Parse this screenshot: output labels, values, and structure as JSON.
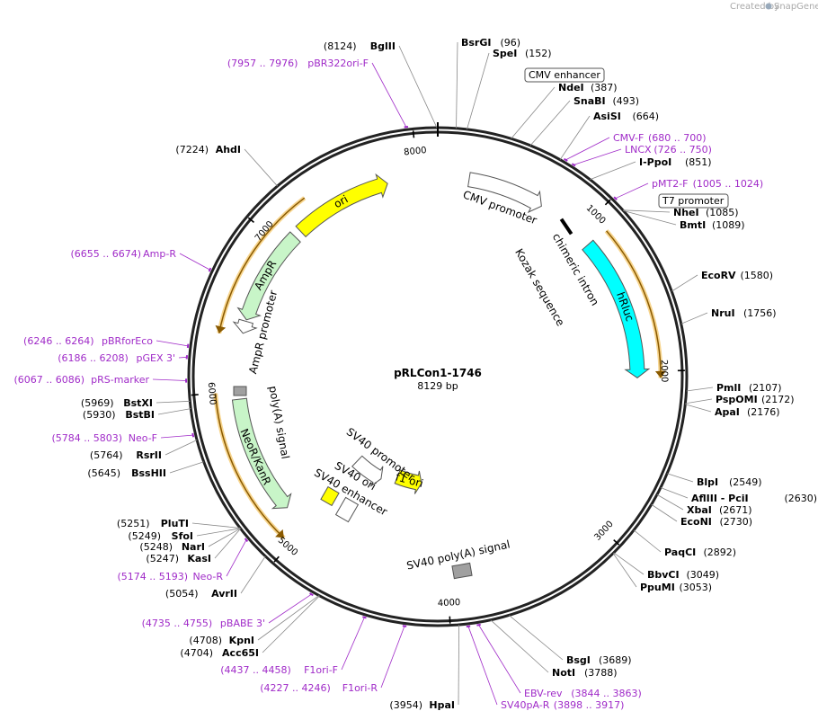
{
  "map": {
    "name": "pRLCon1-1746",
    "length_label": "8129 bp",
    "total_bp": 8129,
    "created_by": "Created by",
    "brand": "SnapGene"
  },
  "colors": {
    "backbone": "#222222",
    "primer": "#a02bc8",
    "ori": "#ffff00",
    "hRluc": "#00ffff",
    "AmpR": "#c8f5c8",
    "NeoR": "#c8f5c8",
    "promoter": "#ffffff",
    "orf": "#e0a030",
    "polyA": "#a0a0a0"
  },
  "ticks": [
    {
      "label": "1000",
      "bp": 1000
    },
    {
      "label": "2000",
      "bp": 2000
    },
    {
      "label": "3000",
      "bp": 3000
    },
    {
      "label": "4000",
      "bp": 4000
    },
    {
      "label": "5000",
      "bp": 5000
    },
    {
      "label": "6000",
      "bp": 6000
    },
    {
      "label": "7000",
      "bp": 7000
    },
    {
      "label": "8000",
      "bp": 8000
    }
  ],
  "features": [
    {
      "name": "ori",
      "start": 7150,
      "end": 7800,
      "dir": 1,
      "type": "ori",
      "label": "ori"
    },
    {
      "name": "CMV promoter",
      "start": 204,
      "end": 707,
      "dir": 1,
      "type": "promoter",
      "label": "CMV promoter"
    },
    {
      "name": "hRluc",
      "start": 1100,
      "end": 2040,
      "dir": 1,
      "type": "hRluc",
      "label": "hRluc"
    },
    {
      "name": "AmpR",
      "start": 6470,
      "end": 7100,
      "dir": -1,
      "type": "AmpR",
      "label": "AmpR"
    },
    {
      "name": "AmpR promoter",
      "start": 6380,
      "end": 6460,
      "dir": -1,
      "type": "promoter",
      "label": "AmpR promoter"
    },
    {
      "name": "NeoR/KanR",
      "start": 5170,
      "end": 5950,
      "dir": -1,
      "type": "NeoR",
      "label": "NeoR/KanR"
    },
    {
      "name": "SV40 promoter",
      "start": 4720,
      "end": 5050,
      "dir": -1,
      "type": "promoter",
      "label": "SV40 promoter"
    },
    {
      "name": "f1 ori",
      "start": 4260,
      "end": 4560,
      "dir": -1,
      "type": "ori",
      "label": "f1 ori"
    }
  ],
  "orfs": [
    {
      "start": 1110,
      "end": 2040,
      "dir": 1
    },
    {
      "start": 6350,
      "end": 7300,
      "dir": -1
    },
    {
      "start": 5050,
      "end": 6000,
      "dir": -1
    }
  ],
  "feature_labels": [
    {
      "text": "SV40 ori",
      "angle": 30
    },
    {
      "text": "SV40 enhancer",
      "angle": 30
    },
    {
      "text": "SV40 poly(A) signal",
      "angle": -12
    },
    {
      "text": "poly(A) signal",
      "angle": 80
    },
    {
      "text": "chimeric intron",
      "angle": 60
    },
    {
      "text": "Kozak sequence",
      "angle": 60
    }
  ],
  "boxed_labels": [
    "CMV enhancer",
    "T7 promoter"
  ],
  "sites_right": [
    {
      "name": "BsrGI",
      "pos": "(96)",
      "bp": 96
    },
    {
      "name": "SpeI",
      "pos": "(152)",
      "bp": 152
    },
    {
      "name": "NdeI",
      "pos": "(387)",
      "bp": 387
    },
    {
      "name": "SnaBI",
      "pos": "(493)",
      "bp": 493
    },
    {
      "name": "AsiSI",
      "pos": "(664)",
      "bp": 664
    },
    {
      "name": "I-PpoI",
      "pos": "(851)",
      "bp": 851
    },
    {
      "name": "NheI",
      "pos": "(1085)",
      "bp": 1085
    },
    {
      "name": "BmtI",
      "pos": "(1089)",
      "bp": 1089
    },
    {
      "name": "EcoRV",
      "pos": "(1580)",
      "bp": 1580
    },
    {
      "name": "NruI",
      "pos": "(1756)",
      "bp": 1756
    },
    {
      "name": "PmlI",
      "pos": "(2107)",
      "bp": 2107
    },
    {
      "name": "PspOMI",
      "pos": "(2172)",
      "bp": 2172
    },
    {
      "name": "ApaI",
      "pos": "(2176)",
      "bp": 2176
    },
    {
      "name": "BlpI",
      "pos": "(2549)",
      "bp": 2549
    },
    {
      "name": "AflIII - PciI",
      "pos": "(2630)",
      "bp": 2630
    },
    {
      "name": "XbaI",
      "pos": "(2671)",
      "bp": 2671
    },
    {
      "name": "EcoNI",
      "pos": "(2730)",
      "bp": 2730
    },
    {
      "name": "PaqCI",
      "pos": "(2892)",
      "bp": 2892
    },
    {
      "name": "BbvCI",
      "pos": "(3049)",
      "bp": 3049
    },
    {
      "name": "PpuMI",
      "pos": "(3053)",
      "bp": 3053
    },
    {
      "name": "BsgI",
      "pos": "(3689)",
      "bp": 3689
    },
    {
      "name": "NotI",
      "pos": "(3788)",
      "bp": 3788
    }
  ],
  "sites_left": [
    {
      "name": "BglII",
      "pos": "(8124)",
      "bp": 8124
    },
    {
      "name": "AhdI",
      "pos": "(7224)",
      "bp": 7224
    },
    {
      "name": "BstXI",
      "pos": "(5969)",
      "bp": 5969
    },
    {
      "name": "BstBI",
      "pos": "(5930)",
      "bp": 5930
    },
    {
      "name": "RsrII",
      "pos": "(5764)",
      "bp": 5764
    },
    {
      "name": "BssHII",
      "pos": "(5645)",
      "bp": 5645
    },
    {
      "name": "PluTI",
      "pos": "(5251)",
      "bp": 5251
    },
    {
      "name": "SfoI",
      "pos": "(5249)",
      "bp": 5249
    },
    {
      "name": "NarI",
      "pos": "(5248)",
      "bp": 5248
    },
    {
      "name": "KasI",
      "pos": "(5247)",
      "bp": 5247
    },
    {
      "name": "AvrII",
      "pos": "(5054)",
      "bp": 5054
    },
    {
      "name": "KpnI",
      "pos": "(4708)",
      "bp": 4708
    },
    {
      "name": "Acc65I",
      "pos": "(4704)",
      "bp": 4704
    },
    {
      "name": "HpaI",
      "pos": "(3954)",
      "bp": 3954
    }
  ],
  "primers_right": [
    {
      "name": "CMV-F",
      "pos": "(680 .. 700)",
      "bp": 690
    },
    {
      "name": "LNCX",
      "pos": "(726 .. 750)",
      "bp": 738
    },
    {
      "name": "pMT2-F",
      "pos": "(1005 .. 1024)",
      "bp": 1014
    },
    {
      "name": "EBV-rev",
      "pos": "(3844 .. 3863)",
      "bp": 3853
    },
    {
      "name": "SV40pA-R",
      "pos": "(3898 .. 3917)",
      "bp": 3907
    }
  ],
  "primers_left": [
    {
      "name": "pBR322ori-F",
      "pos": "(7957 .. 7976)",
      "bp": 7966
    },
    {
      "name": "Amp-R",
      "pos": "(6655 .. 6674)",
      "bp": 6664
    },
    {
      "name": "pBRforEco",
      "pos": "(6246 .. 6264)",
      "bp": 6255
    },
    {
      "name": "pGEX 3'",
      "pos": "(6186 .. 6208)",
      "bp": 6197
    },
    {
      "name": "pRS-marker",
      "pos": "(6067 .. 6086)",
      "bp": 6076
    },
    {
      "name": "Neo-F",
      "pos": "(5784 .. 5803)",
      "bp": 5793
    },
    {
      "name": "Neo-R",
      "pos": "(5174 .. 5193)",
      "bp": 5183
    },
    {
      "name": "pBABE 3'",
      "pos": "(4735 .. 4755)",
      "bp": 4745
    },
    {
      "name": "F1ori-F",
      "pos": "(4437 .. 4458)",
      "bp": 4447
    },
    {
      "name": "F1ori-R",
      "pos": "(4227 .. 4246)",
      "bp": 4236
    }
  ]
}
